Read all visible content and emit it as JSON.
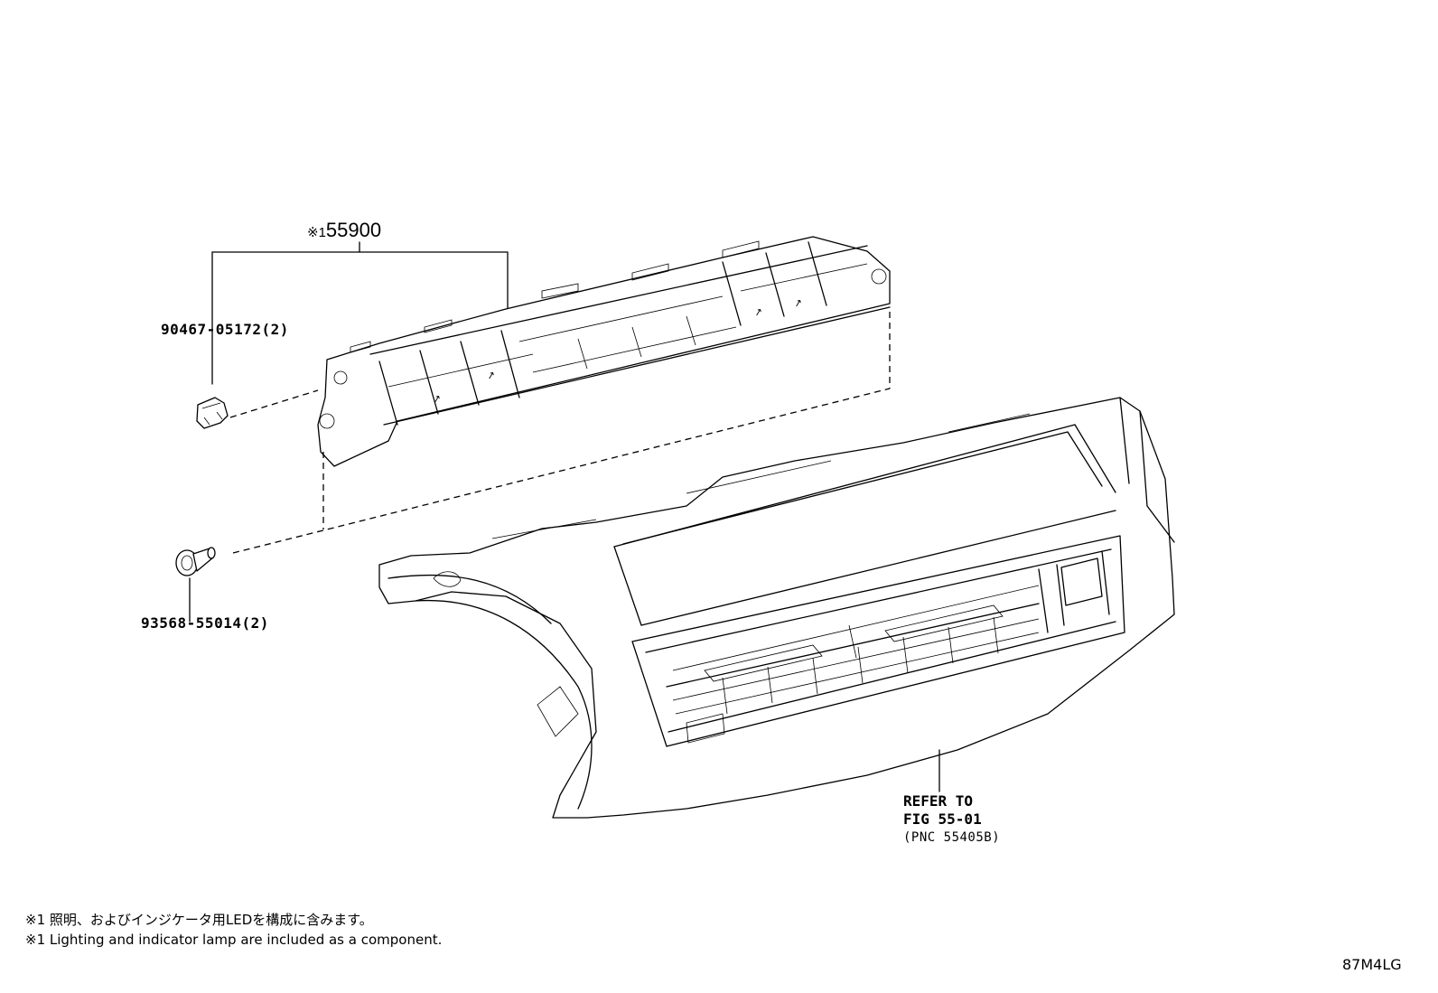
{
  "labels": {
    "main_part_mark": "※1",
    "main_part": "55900",
    "clip_part": "90467-05172(2)",
    "screw_part": "93568-55014(2)",
    "refer_line1": "REFER TO",
    "refer_line2": "FIG 55-01",
    "refer_line3": "(PNC 55405B)"
  },
  "notes": {
    "jp": "※1 照明、およびインジケータ用LEDを構成に含みます。",
    "en": "※1 Lighting and indicator lamp are included as a component."
  },
  "figure_code": "87M4LG"
}
